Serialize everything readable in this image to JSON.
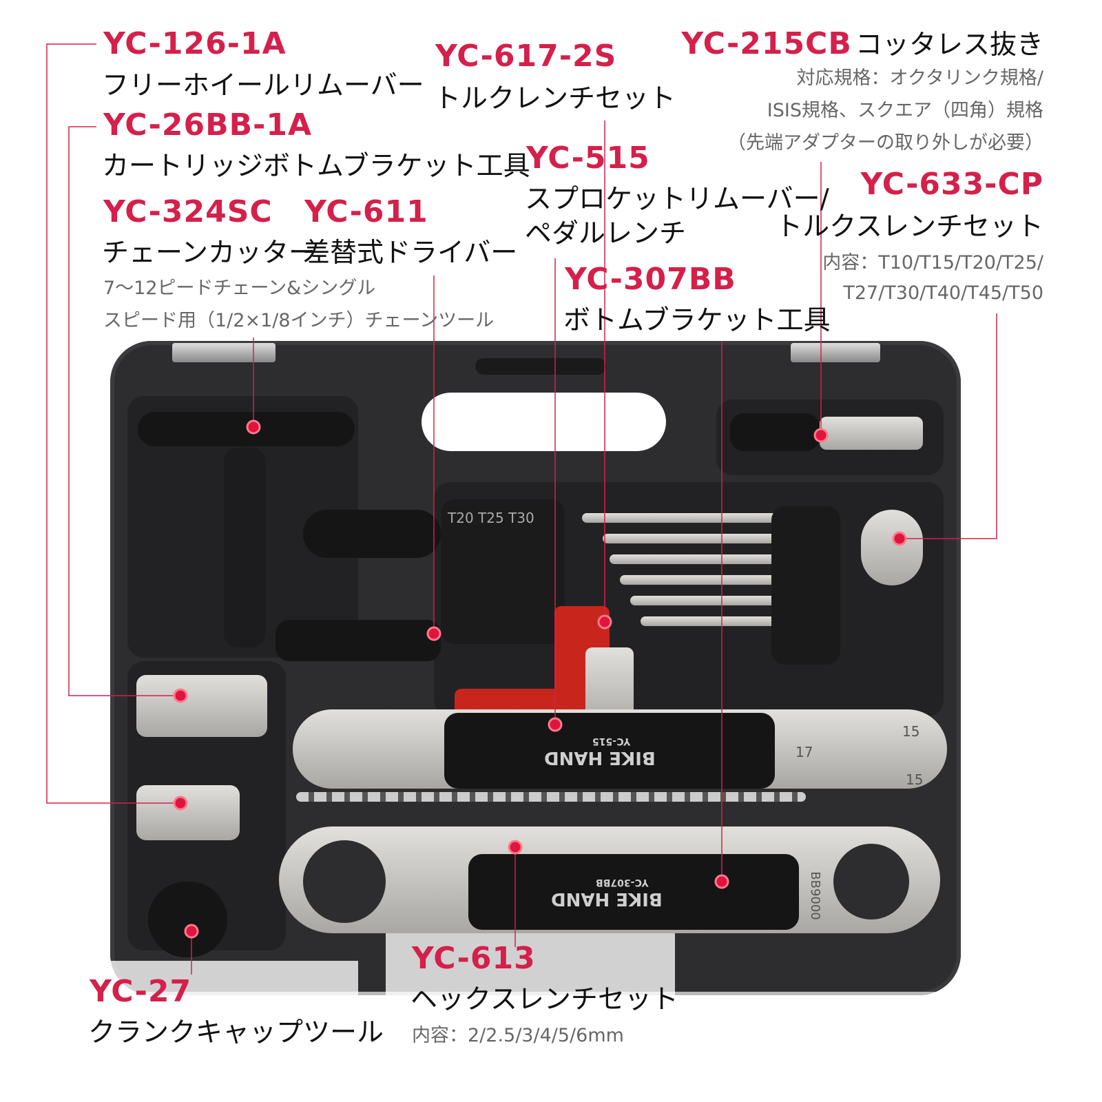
{
  "accent_color": "#d4204a",
  "labels": {
    "yc126": {
      "code": "YC-126-1A",
      "name": "フリーホイールリムーバー"
    },
    "yc26bb": {
      "code": "YC-26BB-1A",
      "name": "カートリッジボトムブラケット工具"
    },
    "yc324": {
      "code": "YC-324SC",
      "name": "チェーンカッター",
      "sub1": "7〜12ピードチェーン&シングル",
      "sub2": "スピード用（1/2×1/8インチ）チェーンツール"
    },
    "yc611": {
      "code": "YC-611",
      "name": "差替式ドライバー"
    },
    "yc617": {
      "code": "YC-617-2S",
      "name": "トルクレンチセット"
    },
    "yc515": {
      "code": "YC-515",
      "name1": "スプロケットリムーバー/",
      "name2": "ペダルレンチ"
    },
    "yc307": {
      "code": "YC-307BB",
      "name": "ボトムブラケット工具"
    },
    "yc215": {
      "code": "YC-215CB",
      "name": "コッタレス抜き",
      "sub1": "対応規格：オクタリンク規格/",
      "sub2": "ISIS規格、スクエア（四角）規格",
      "sub3": "（先端アダプターの取り外しが必要）"
    },
    "yc633": {
      "code": "YC-633-CP",
      "name": "トルクスレンチセット",
      "sub1": "内容：T10/T15/T20/T25/",
      "sub2": "T27/T30/T40/T45/T50"
    },
    "yc613": {
      "code": "YC-613",
      "name": "ヘックスレンチセット",
      "sub": "内容：2/2.5/3/4/5/6mm"
    },
    "yc27": {
      "code": "YC-27",
      "name": "クランクキャップツール"
    }
  },
  "tool_markings": {
    "brand": "BIKE HAND",
    "wrench1_model": "YC-515",
    "wrench2_model": "YC-307BB",
    "size_15a": "15",
    "size_17": "17",
    "size_15b": "15",
    "bb_marking": "BB9000",
    "bits_row": "T20 T25 T30"
  }
}
